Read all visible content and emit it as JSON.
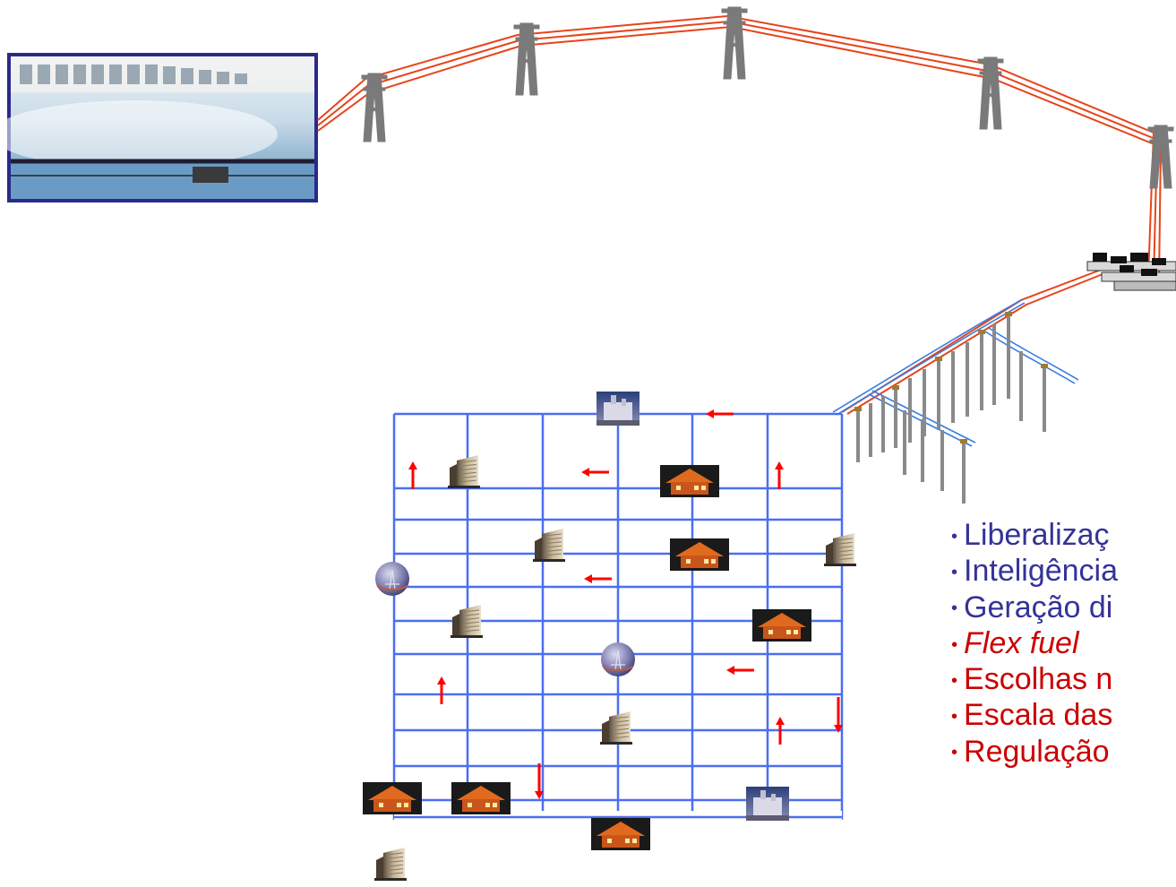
{
  "bullets": [
    {
      "text": "Liberalizaç",
      "color": "#333399",
      "italic": false
    },
    {
      "text": "Inteligência",
      "color": "#333399",
      "italic": false
    },
    {
      "text": "Geração di",
      "color": "#333399",
      "italic": false
    },
    {
      "text": "Flex fuel",
      "color": "#cc0000",
      "italic": true
    },
    {
      "text": "Escolhas n",
      "color": "#cc0000",
      "italic": false
    },
    {
      "text": "Escala das",
      "color": "#cc0000",
      "italic": false
    },
    {
      "text": "Regulação",
      "color": "#cc0000",
      "italic": false
    }
  ],
  "colors": {
    "grid": "#4a6ff0",
    "line": "#e8431a",
    "tower": "#7a7a7a",
    "arrow": "#ff0000",
    "frame": "#2a2a8a"
  },
  "icons": {
    "dam": "hydroelectric-dam-photo",
    "tower": "transmission-tower-icon",
    "substation": "substation-icon",
    "pole": "distribution-pole-icon",
    "house": "house-icon",
    "building": "building-icon",
    "plant": "power-plant-icon",
    "sphere": "generator-sphere-icon",
    "arrow": "flow-arrow-icon"
  }
}
